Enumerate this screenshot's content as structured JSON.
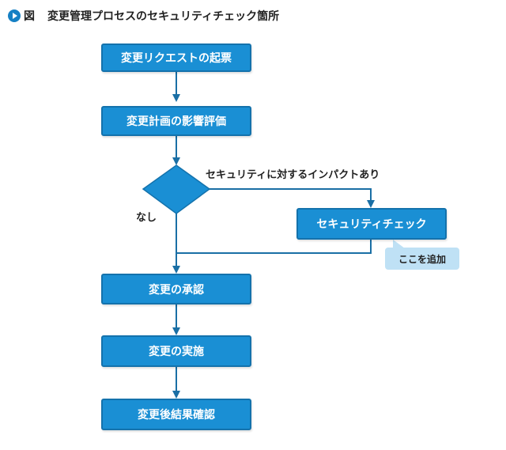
{
  "header": {
    "label": "図",
    "title": "変更管理プロセスのセキュリティチェック箇所"
  },
  "flow": {
    "request": "変更リクエストの起票",
    "impact": "変更計画の影響評価",
    "decision_yes": "セキュリティに対するインパクトあり",
    "decision_no": "なし",
    "security_check": "セキュリティチェック",
    "callout": "ここを追加",
    "approval": "変更の承認",
    "implementation": "変更の実施",
    "verification": "変更後結果確認"
  },
  "colors": {
    "box_fill": "#1a8fd4",
    "box_border": "#1472ac",
    "connector": "#1a6fa5",
    "callout_fill": "#bfe1f5"
  }
}
